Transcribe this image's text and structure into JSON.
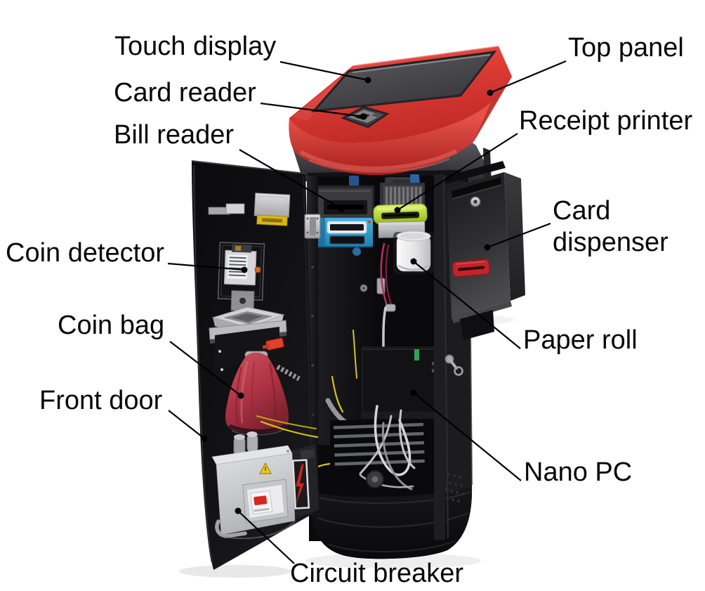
{
  "figure": {
    "description": "Annotated photo diagram of a floor-standing self-service payment kiosk with red top panel and open front door showing internal components",
    "background_color": "#ffffff"
  },
  "annotations": {
    "touch_display": {
      "text": "Touch display"
    },
    "top_panel": {
      "text": "Top panel"
    },
    "card_reader": {
      "text": "Card reader"
    },
    "bill_reader": {
      "text": "Bill reader"
    },
    "receipt_printer": {
      "text": "Receipt printer"
    },
    "card_dispenser": {
      "text": "Card dispenser"
    },
    "coin_detector": {
      "text": "Coin detector"
    },
    "coin_bag": {
      "text": "Coin bag"
    },
    "paper_roll": {
      "text": "Paper roll"
    },
    "front_door": {
      "text": "Front door"
    },
    "nano_pc": {
      "text": "Nano PC"
    },
    "circuit_breaker": {
      "text": "Circuit breaker"
    }
  },
  "style": {
    "label_color": "#060606",
    "leader_line_color": "#000000",
    "kiosk_red": "#d93732",
    "printer_green": "#b5d435",
    "bill_acceptor_blue": "#2a9fd0",
    "coin_bag_red": "#b93a48",
    "dispenser_slot_red": "#c4232b"
  }
}
